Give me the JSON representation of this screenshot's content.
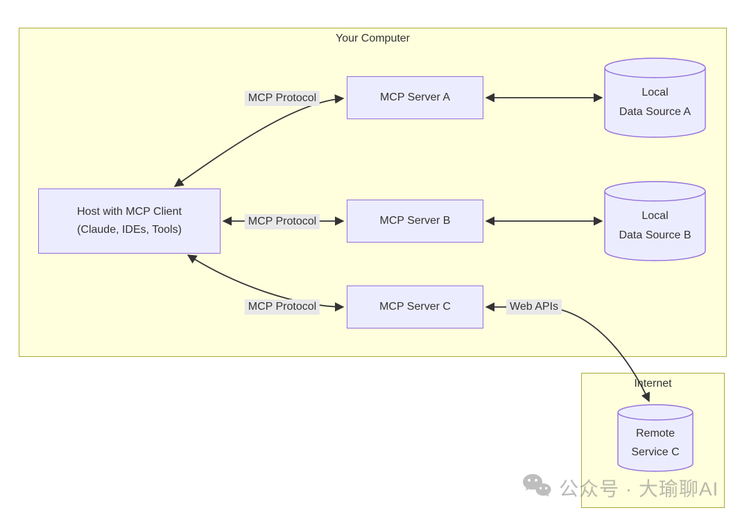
{
  "diagram": {
    "clusters": {
      "your_computer": {
        "label": "Your Computer"
      },
      "internet": {
        "label": "Internet"
      }
    },
    "nodes": {
      "host": {
        "line1": "Host with MCP Client",
        "line2": "(Claude, IDEs, Tools)"
      },
      "server_a": {
        "label": "MCP Server A"
      },
      "server_b": {
        "label": "MCP Server B"
      },
      "server_c": {
        "label": "MCP Server C"
      },
      "data_source_a": {
        "line1": "Local",
        "line2": "Data Source A"
      },
      "data_source_b": {
        "line1": "Local",
        "line2": "Data Source B"
      },
      "remote_service_c": {
        "line1": "Remote",
        "line2": "Service C"
      }
    },
    "edge_labels": {
      "mcp_protocol_a": "MCP Protocol",
      "mcp_protocol_b": "MCP Protocol",
      "mcp_protocol_c": "MCP Protocol",
      "web_apis": "Web APIs"
    },
    "colors": {
      "cluster_fill": "#ffffde",
      "cluster_border": "#aaaa33",
      "node_fill": "#ececff",
      "node_border": "#9370db",
      "edge_color": "#333333",
      "edge_label_bg": "#e8e8e8",
      "text": "#333333"
    }
  },
  "watermark": {
    "icon": "wechat-icon",
    "text": "公众号 · 大瑜聊AI"
  }
}
